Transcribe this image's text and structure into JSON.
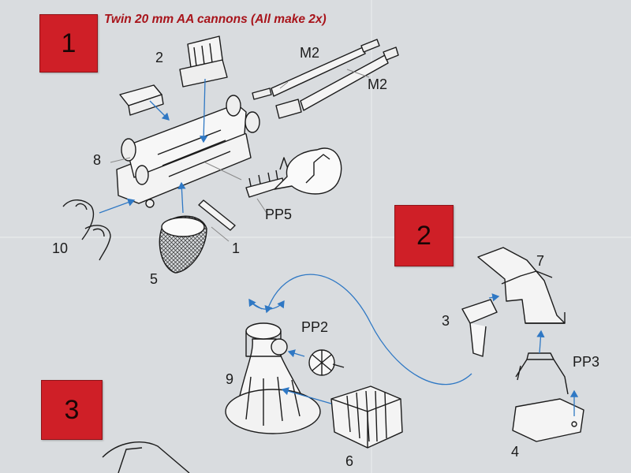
{
  "title": "Twin 20 mm AA cannons (All make 2x)",
  "steps": {
    "s1": "1",
    "s2": "2",
    "s3": "3"
  },
  "labels": {
    "p2": "2",
    "m2a": "M2",
    "m2b": "M2",
    "p8": "8",
    "pp5": "PP5",
    "p10": "10",
    "p1": "1",
    "p5": "5",
    "p7": "7",
    "p3": "3",
    "pp2": "PP2",
    "p9": "9",
    "pp3": "PP3",
    "p6": "6",
    "p4": "4"
  },
  "colors": {
    "paper": "#d9dcdf",
    "step_red": "#cf1f27",
    "title_red": "#a8141b",
    "arrow_blue": "#2f78c4",
    "ink": "#1b1b1b"
  }
}
